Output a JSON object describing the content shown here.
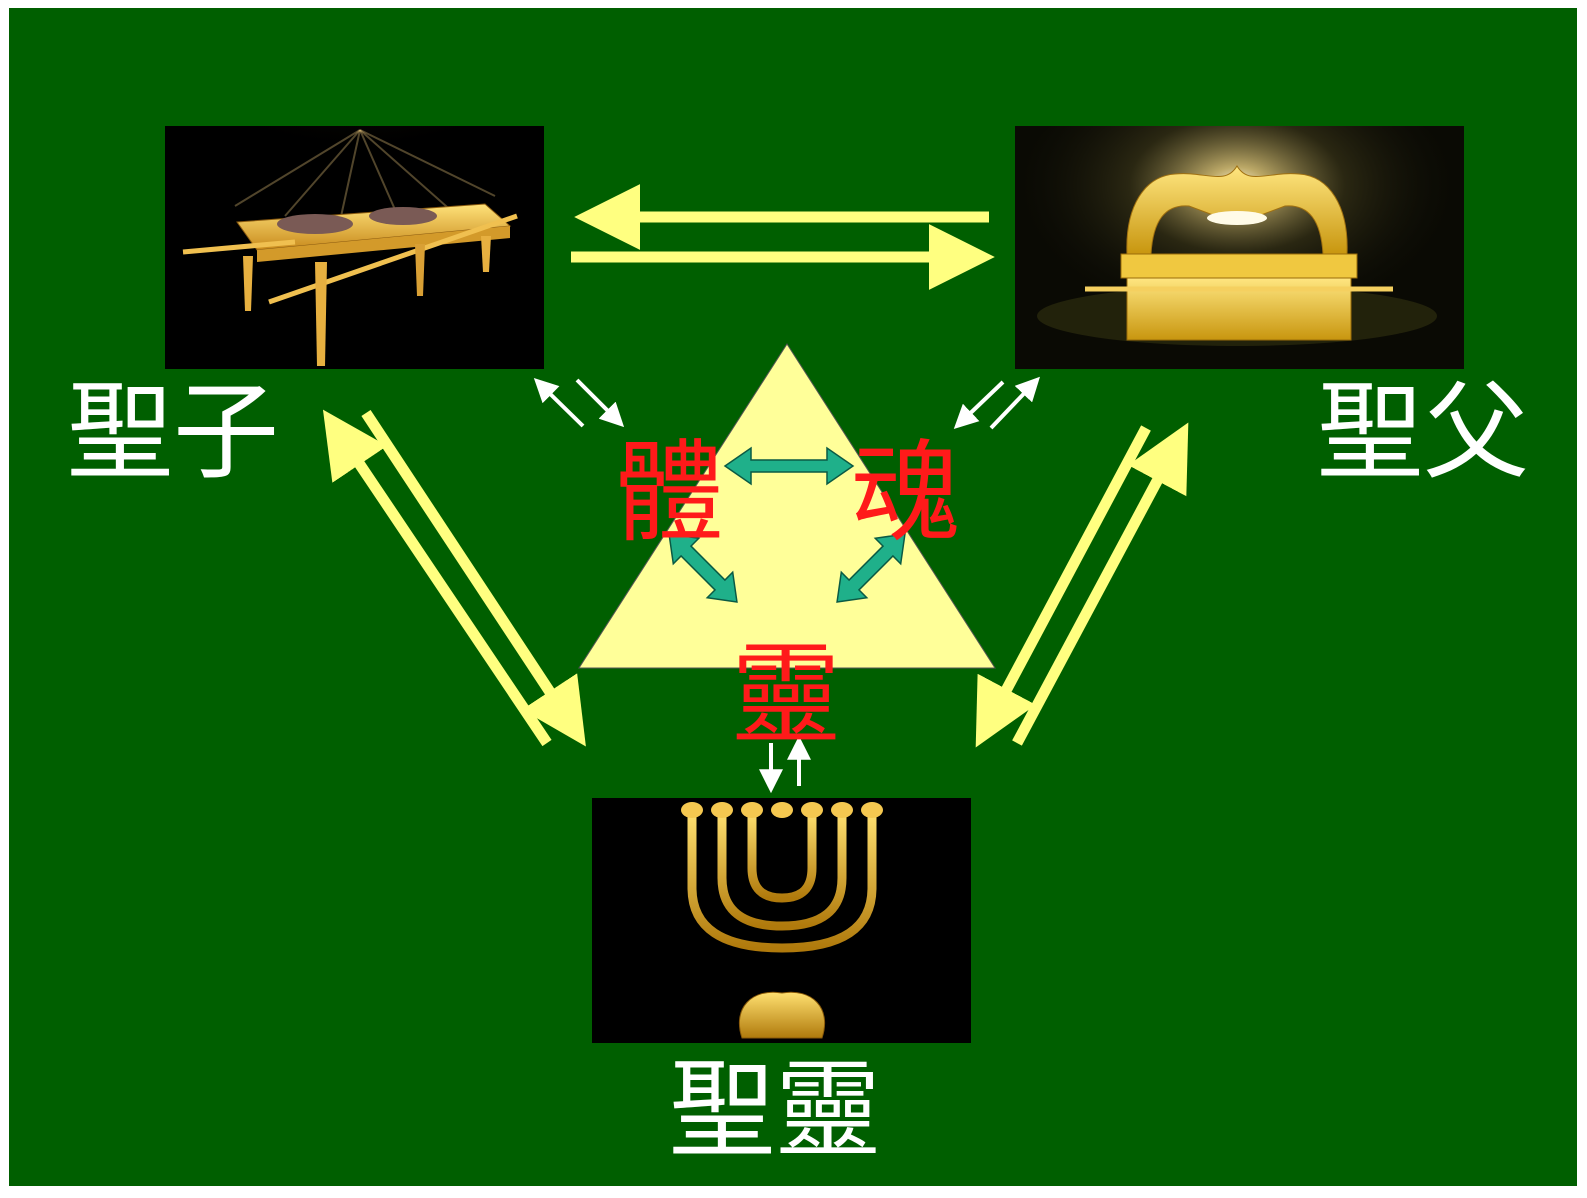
{
  "nodes": {
    "son": {
      "label": "聖子",
      "image_icon": "table-of-showbread-icon"
    },
    "father": {
      "label": "聖父",
      "image_icon": "ark-of-covenant-icon"
    },
    "spirit": {
      "label": "聖靈",
      "image_icon": "menorah-icon"
    }
  },
  "triangle": {
    "body": "體",
    "soul": "魂",
    "spirit": "靈"
  },
  "colors": {
    "background": "#005f00",
    "yellow_arrow": "#ffff80",
    "teal_arrow": "#1fb08a",
    "triangle_fill": "#ffff99",
    "triangle_text": "#ff1a1a",
    "label_text": "#ffffff"
  }
}
